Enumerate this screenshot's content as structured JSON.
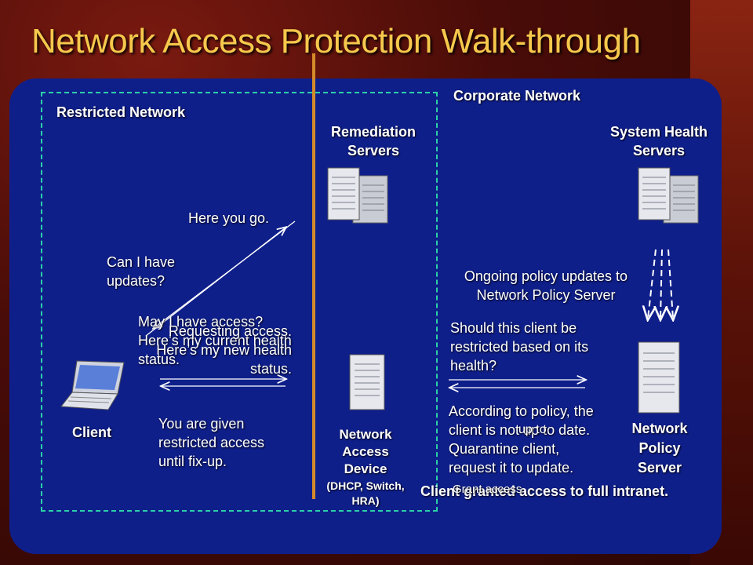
{
  "title": "Network Access Protection Walk-through",
  "zones": {
    "restricted": "Restricted Network",
    "corporate": "Corporate Network"
  },
  "nodes": {
    "remediation": "Remediation Servers",
    "system_health": "System Health Servers",
    "client": "Client",
    "nad_line1": "Network",
    "nad_line2": "Access",
    "nad_line3": "Device",
    "nad_line4": "(DHCP, Switch,",
    "nad_line5": "HRA)",
    "nps": "Network Policy Server"
  },
  "messages": {
    "here_you_go": "Here you go.",
    "can_i_have": "Can I have updates?",
    "may_i": "May I have access? Here’s my current health status.",
    "requesting": "Requesting access. Here’s my new health status.",
    "restricted_access": "You are given restricted access until fix-up.",
    "ongoing": "Ongoing policy updates to Network Policy Server",
    "should_restrict": "Should this client be restricted based on its health?",
    "according": "According to policy, the client is not up to date. Quarantine client, request it to update.",
    "according_overlay": "up to",
    "granted": "Client granted access to full intranet.",
    "granted_overlay": "Grant access"
  },
  "colors": {
    "title": "#f6c84c",
    "panel": "#0f1f8a",
    "dashed_border": "#2bd0a8",
    "divider": "#d58a2a"
  }
}
